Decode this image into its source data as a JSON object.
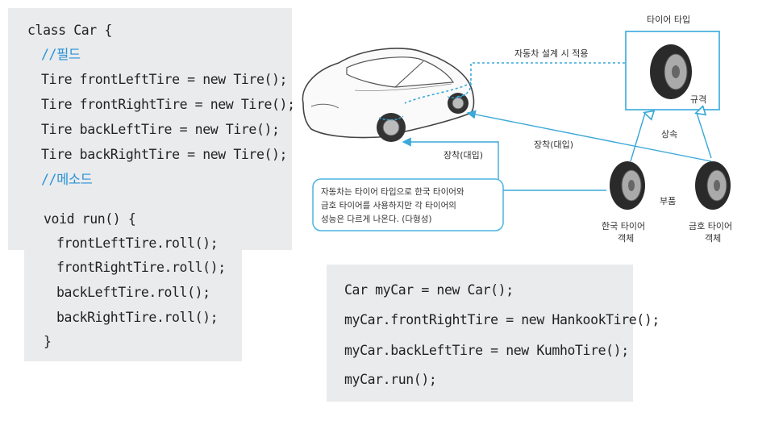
{
  "class_code": {
    "declaration": "class Car {",
    "field_comment": "//필드",
    "fields": [
      "Tire frontLeftTire = new Tire();",
      "Tire frontRightTire = new Tire();",
      "Tire backLeftTire = new Tire();",
      "Tire backRightTire = new Tire();"
    ],
    "method_comment": "//메소드",
    "method_signature": "void run() {",
    "method_body": [
      "frontLeftTire.roll();",
      "frontRightTire.roll();",
      "backLeftTire.roll();",
      "backRightTire.roll();"
    ],
    "method_close": "}"
  },
  "usage_code": [
    "Car myCar = new Car();",
    "myCar.frontRightTire = new HankookTire();",
    "myCar.backLeftTire = new KumhoTire();",
    "myCar.run();"
  ],
  "diagram": {
    "tire_type_title": "타이어 타입",
    "spec_label": "규격",
    "apply_label": "자동차 설계 시 적용",
    "inheritance_label": "상속",
    "mount_label_left": "장착(대입)",
    "mount_label_right": "장착(대입)",
    "part_label": "부품",
    "hankook_label": [
      "한국 타이어",
      "객체"
    ],
    "kumho_label": [
      "금호 타이어",
      "객체"
    ],
    "note_lines": [
      "자동차는 타이어 타입으로 한국 타이어와",
      "금호 타이어를 사용하지만 각 타이어의",
      "성능은 다르게 나온다. (다형성)"
    ]
  },
  "colors": {
    "panel_bg": "#e9ebed",
    "comment": "#2a92d6",
    "arrow": "#3aa8d8",
    "box_border": "#4db3e0"
  }
}
